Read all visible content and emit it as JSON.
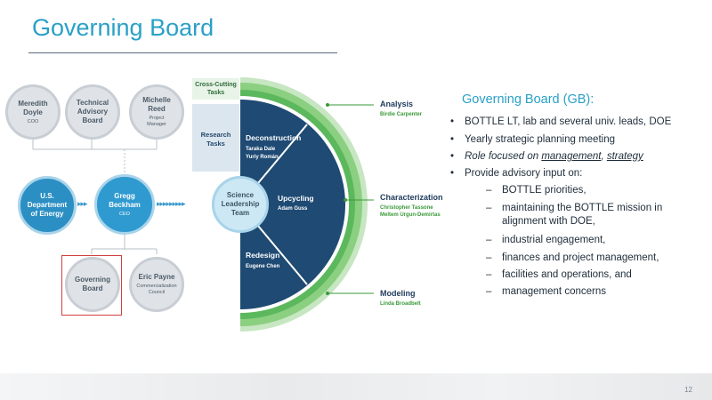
{
  "slide": {
    "title": "Governing Board",
    "page_number": "12"
  },
  "org": {
    "meredith": {
      "name": "Meredith Doyle",
      "role": "COO"
    },
    "technical": {
      "name": "Technical Advisory Board"
    },
    "michelle": {
      "name": "Michelle Reed",
      "role": "Project Manager"
    },
    "doe": {
      "name": "U.S. Department of Energy"
    },
    "gregg": {
      "name": "Gregg Beckham",
      "role": "CEO"
    },
    "slt": {
      "name": "Science Leadership Team"
    },
    "governing": {
      "name": "Governing Board"
    },
    "eric": {
      "name": "Eric Payne",
      "role": "Commercialization Council"
    }
  },
  "wheel": {
    "cross_cutting": "Cross-Cutting Tasks",
    "research_tasks": "Research Tasks",
    "segments": [
      {
        "title": "Deconstruction",
        "people": [
          "Taraka Dale",
          "Yuriy Román"
        ]
      },
      {
        "title": "Upcycling",
        "people": [
          "Adam Guss"
        ]
      },
      {
        "title": "Redesign",
        "people": [
          "Eugene Chen"
        ]
      }
    ],
    "leads": [
      {
        "title": "Analysis",
        "people": [
          "Birdie Carpenter"
        ]
      },
      {
        "title": "Characterization",
        "people": [
          "Christopher Tassone",
          "Meltem Urgun-Demirtas"
        ]
      },
      {
        "title": "Modeling",
        "people": [
          "Linda Broadbelt"
        ]
      }
    ]
  },
  "gb": {
    "heading": "Governing Board (GB):",
    "bullets": [
      "BOTTLE LT, lab and several univ. leads, DOE",
      "Yearly strategic planning meeting",
      {
        "pre": "Role focused on ",
        "u1": "management",
        "mid": ", ",
        "u2": "strategy"
      },
      "Provide advisory input on:"
    ],
    "sub_bullets": [
      "BOTTLE priorities,",
      "maintaining the BOTTLE mission in alignment with DOE,",
      "industrial engagement,",
      "finances and project management,",
      "facilities and operations, and",
      "management concerns"
    ]
  },
  "colors": {
    "accent": "#2aa0c7",
    "navy": "#1e4a73",
    "green": "#5cb85c"
  }
}
